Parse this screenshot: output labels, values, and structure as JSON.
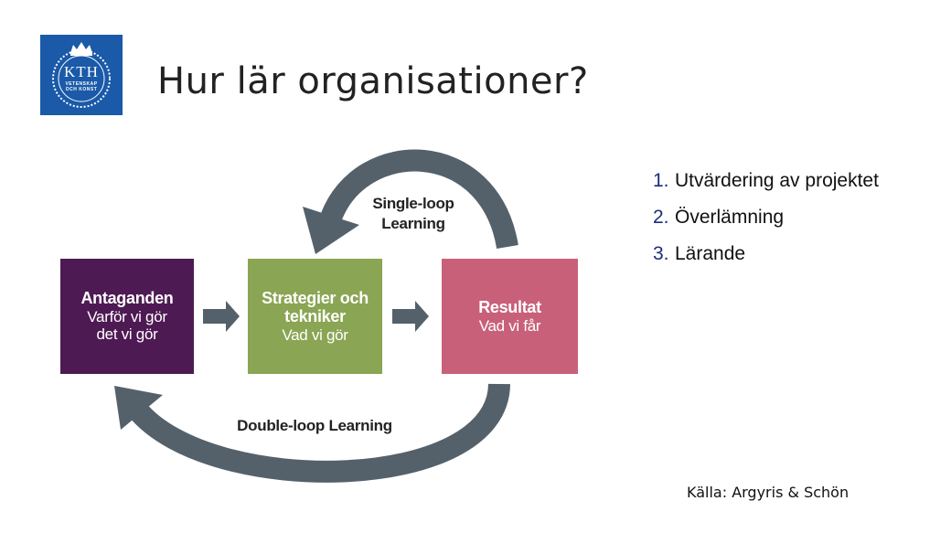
{
  "slide": {
    "title": "Hur lär organisationer?",
    "logo": {
      "text": "KTH",
      "sub1": "VETENSKAP",
      "sub2": "OCH KONST",
      "color": "#1a5aa8",
      "icon": "kth-crown-logo-icon"
    },
    "source": "Källa: Argyris & Schön"
  },
  "diagram": {
    "boxes": [
      {
        "title": "Antaganden",
        "subtitle_line1": "Varför vi gör",
        "subtitle_line2": "det vi gör",
        "color": "#4e1a53"
      },
      {
        "title_line1": "Strategier och",
        "title_line2": "tekniker",
        "subtitle": "Vad vi gör",
        "color": "#8aa553"
      },
      {
        "title": "Resultat",
        "subtitle": "Vad vi får",
        "color": "#c96079"
      }
    ],
    "single_loop": {
      "line1": "Single-loop",
      "line2": "Learning"
    },
    "double_loop": {
      "label": "Double-loop Learning"
    },
    "arrow_color": "#54616b"
  },
  "steps": [
    {
      "number": "1.",
      "label": "Utvärdering av projektet"
    },
    {
      "number": "2.",
      "label": "Överlämning"
    },
    {
      "number": "3.",
      "label": "Lärande"
    }
  ]
}
